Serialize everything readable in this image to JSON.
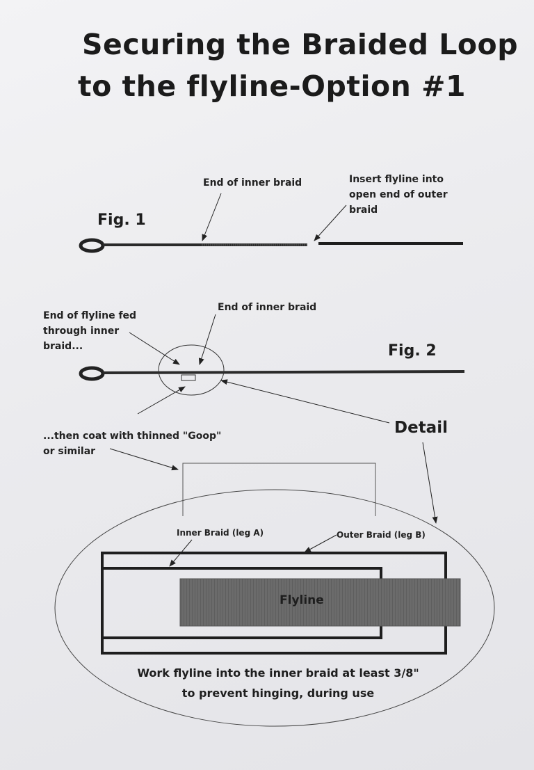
{
  "title": {
    "line1": "Securing the Braided Loop",
    "line2": "to the flyline-Option #1"
  },
  "fig1": {
    "label": "Fig. 1",
    "callout_inner_braid": "End of inner braid",
    "callout_insert_line1": "Insert flyline into",
    "callout_insert_line2": "open end of outer",
    "callout_insert_line3": "braid"
  },
  "fig2": {
    "label": "Fig. 2",
    "callout_fed_line1": "End of flyline fed",
    "callout_fed_line2": "through inner",
    "callout_fed_line3": "braid...",
    "callout_inner_braid": "End of inner braid"
  },
  "coat": {
    "line1": "...then coat with thinned \"Goop\"",
    "line2": "or similar"
  },
  "detail": {
    "label": "Detail",
    "inner_braid": "Inner Braid (leg A)",
    "outer_braid": "Outer Braid (leg B)",
    "flyline": "Flyline",
    "note_line1": "Work flyline into the inner braid at least 3/8\"",
    "note_line2": "to prevent hinging, during use"
  },
  "colors": {
    "ink": "#1e1e1e",
    "flyline_fill": "#6a6a6a",
    "paper": "#efeff2"
  }
}
